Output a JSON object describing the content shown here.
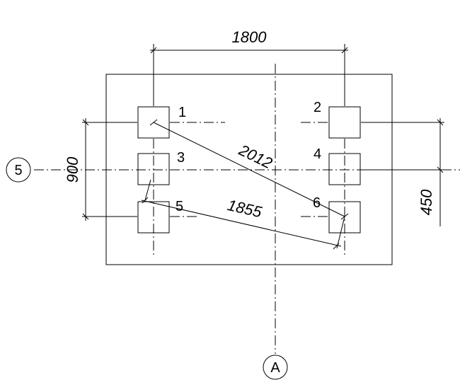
{
  "dimensions": {
    "top_width": "1800",
    "left_height": "900",
    "right_height": "450",
    "diag_1_6": "2012",
    "diag_5_6": "1855"
  },
  "piles": [
    {
      "label": "1"
    },
    {
      "label": "2"
    },
    {
      "label": "3"
    },
    {
      "label": "4"
    },
    {
      "label": "5"
    },
    {
      "label": "6"
    }
  ],
  "grid_bubbles": {
    "row": "5",
    "column": "A"
  }
}
